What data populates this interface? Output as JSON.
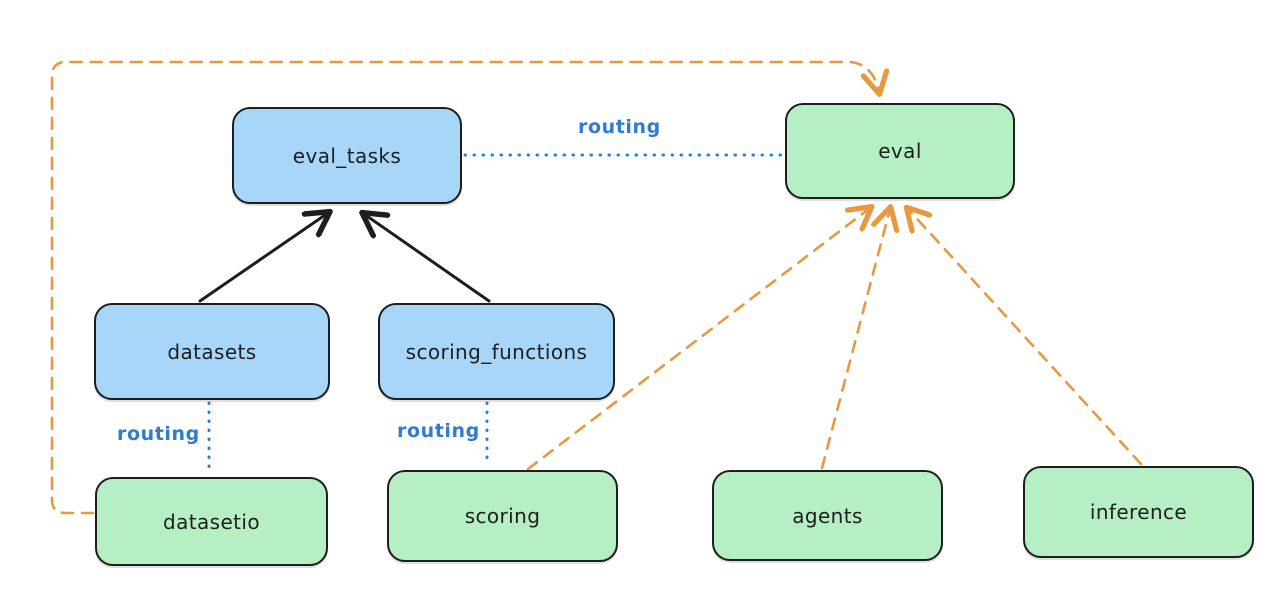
{
  "diagram": {
    "type": "flow-diagram",
    "nodes": [
      {
        "id": "eval_tasks",
        "label": "eval_tasks",
        "color": "blue"
      },
      {
        "id": "eval",
        "label": "eval",
        "color": "green"
      },
      {
        "id": "datasets",
        "label": "datasets",
        "color": "blue"
      },
      {
        "id": "scoring_functions",
        "label": "scoring_functions",
        "color": "blue"
      },
      {
        "id": "datasetio",
        "label": "datasetio",
        "color": "green"
      },
      {
        "id": "scoring",
        "label": "scoring",
        "color": "green"
      },
      {
        "id": "agents",
        "label": "agents",
        "color": "green"
      },
      {
        "id": "inference",
        "label": "inference",
        "color": "green"
      }
    ],
    "edges": [
      {
        "from": "datasets",
        "to": "eval_tasks",
        "style": "solid-black",
        "arrow": true
      },
      {
        "from": "scoring_functions",
        "to": "eval_tasks",
        "style": "solid-black",
        "arrow": true
      },
      {
        "from": "eval_tasks",
        "to": "eval",
        "style": "dotted-blue",
        "label": "routing"
      },
      {
        "from": "datasets",
        "to": "datasetio",
        "style": "dotted-blue",
        "label": "routing"
      },
      {
        "from": "scoring_functions",
        "to": "scoring",
        "style": "dotted-blue",
        "label": "routing"
      },
      {
        "from": "datasetio",
        "to": "eval",
        "style": "dashed-orange",
        "arrow": true
      },
      {
        "from": "scoring",
        "to": "eval",
        "style": "dashed-orange",
        "arrow": true
      },
      {
        "from": "agents",
        "to": "eval",
        "style": "dashed-orange",
        "arrow": true
      },
      {
        "from": "inference",
        "to": "eval",
        "style": "dashed-orange",
        "arrow": true
      }
    ],
    "colors": {
      "blue_node_fill": "#a7d6f9",
      "green_node_fill": "#b6efc3",
      "node_border": "#1e1e1e",
      "routing_blue": "#2f7bd0",
      "provider_orange": "#e8983e"
    }
  }
}
